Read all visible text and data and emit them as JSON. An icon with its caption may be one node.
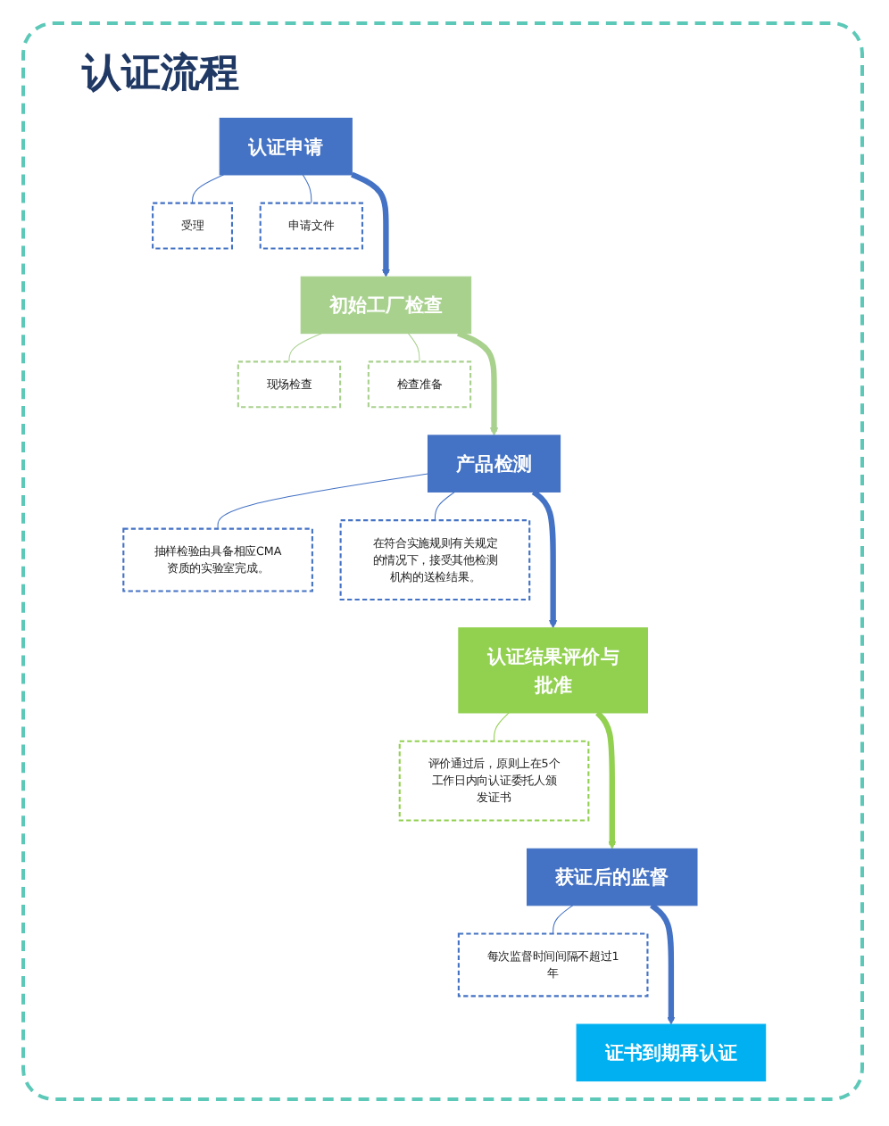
{
  "diagram": {
    "title": "认证流程",
    "nodes": [
      {
        "text": [
          "认证申请"
        ]
      },
      {
        "text": [
          "受理"
        ]
      },
      {
        "text": [
          "申请文件"
        ]
      },
      {
        "text": [
          "初始工厂检查"
        ]
      },
      {
        "text": [
          "现场检查"
        ]
      },
      {
        "text": [
          "检查准备"
        ]
      },
      {
        "text": [
          "产品检测"
        ]
      },
      {
        "text": [
          "抽样检验由具备相应CMA资质的实验室完成。"
        ]
      },
      {
        "text": [
          "在符合实施规则有关规定的情况下，接受其他检测机构的送检结果。"
        ]
      },
      {
        "text": [
          "认证结果评价与批准"
        ]
      },
      {
        "text": [
          "评价通过后，原则上在5个工作日内向认证委托人颁发证书"
        ]
      },
      {
        "text": [
          "获证后的监督"
        ]
      },
      {
        "text": [
          "每次监督时间间隔不超过1年"
        ]
      },
      {
        "text": [
          "证书到期再认证"
        ]
      }
    ],
    "edges": [
      {
        "from": 0,
        "to": 3,
        "arrow": "to",
        "style": "thick",
        "color": "#4472c4"
      },
      {
        "from": 0,
        "to": 1,
        "arrow": "none",
        "color": "#4472c4"
      },
      {
        "from": 0,
        "to": 2,
        "arrow": "none",
        "color": "#4472c4"
      },
      {
        "from": 3,
        "to": 6,
        "arrow": "to",
        "style": "thick",
        "color": "#a9d18e"
      },
      {
        "from": 3,
        "to": 4,
        "arrow": "none",
        "color": "#a9d18e"
      },
      {
        "from": 3,
        "to": 5,
        "arrow": "none",
        "color": "#a9d18e"
      },
      {
        "from": 6,
        "to": 9,
        "arrow": "to",
        "style": "thick",
        "color": "#4472c4"
      },
      {
        "from": 6,
        "to": 7,
        "arrow": "none",
        "color": "#4472c4"
      },
      {
        "from": 6,
        "to": 8,
        "arrow": "none",
        "color": "#4472c4"
      },
      {
        "from": 9,
        "to": 11,
        "arrow": "to",
        "style": "thick",
        "color": "#92d050"
      },
      {
        "from": 9,
        "to": 10,
        "arrow": "none",
        "color": "#92d050"
      },
      {
        "from": 11,
        "to": 13,
        "arrow": "to",
        "style": "thick",
        "color": "#4472c4"
      },
      {
        "from": 11,
        "to": 12,
        "arrow": "none",
        "color": "#4472c4"
      }
    ]
  }
}
